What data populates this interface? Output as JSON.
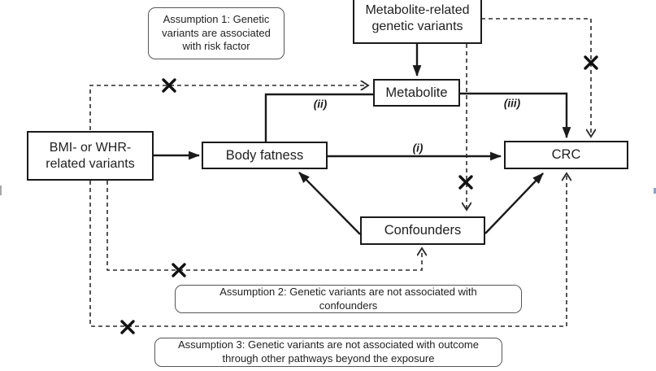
{
  "figure": {
    "type": "mendelian-randomization-dag",
    "background": "#ffffff"
  },
  "colors": {
    "solid_line": "#1a1a1a",
    "dashed_line": "#2b2b2b",
    "node_border": "#1a1a1a",
    "node_background": "#ffffff",
    "assumption_border": "#555555",
    "text": "#1f1f1f",
    "x_mark": "#111111",
    "left_edge_artifact": "#a6a6a6",
    "right_edge_artifact": "#8aa2c4"
  },
  "nodes": {
    "metabolite_variants": {
      "label": "Metabolite-related\ngenetic variants"
    },
    "bmi_variants": {
      "label": "BMI- or WHR-\nrelated variants"
    },
    "metabolite": {
      "label": "Metabolite"
    },
    "body_fatness": {
      "label": "Body fatness"
    },
    "crc": {
      "label": "CRC"
    },
    "confounders": {
      "label": "Confounders"
    }
  },
  "assumptions": {
    "a1": {
      "label": "Assumption 1: Genetic\nvariants are associated\nwith risk factor"
    },
    "a2": {
      "label": "Assumption 2: Genetic variants are not associated with\nconfounders"
    },
    "a3": {
      "label": "Assumption 3: Genetic variants are not associated with outcome\nthrough other pathways beyond the exposure"
    }
  },
  "edge_labels": {
    "i": "(i)",
    "ii": "(ii)",
    "iii": "(iii)"
  },
  "edges": {
    "solid": [
      "bmi_variants -> body_fatness",
      "body_fatness -> crc (i)",
      "body_fatness -> metabolite (ii)",
      "metabolite -> crc (iii)",
      "metabolite_variants -> metabolite",
      "confounders -> body_fatness",
      "confounders -> crc"
    ],
    "dashed_blocked": [
      "bmi_variants -> metabolite (x)",
      "metabolite_variants -> crc (x)",
      "metabolite_variants -> confounders (x)",
      "bmi_variants -> confounders (x)",
      "bmi_variants -> crc (x)"
    ]
  }
}
